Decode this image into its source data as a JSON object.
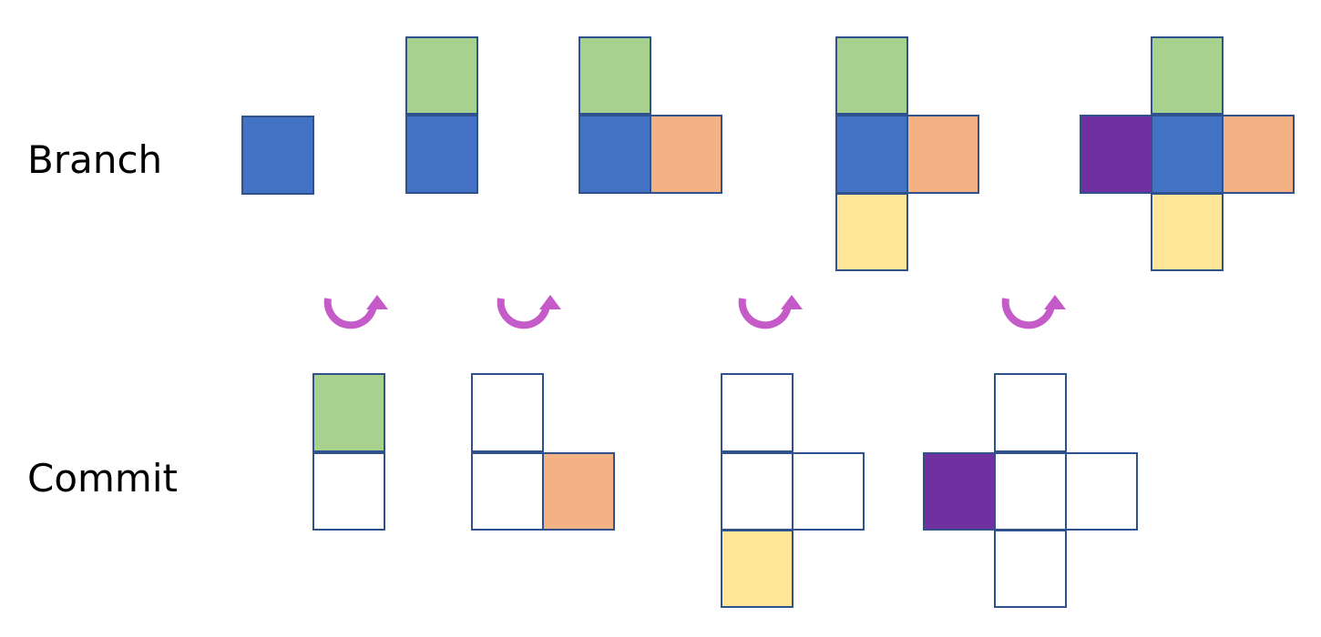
{
  "labels": {
    "branch": "Branch",
    "commit": "Commit"
  },
  "colors": {
    "blue": "#4472c4",
    "green": "#a9d18e",
    "orange": "#f4b183",
    "yellow": "#ffe699",
    "purple": "#7030a0",
    "empty": "#ffffff",
    "border": "#2f528f",
    "arrow": "#c55bc9"
  },
  "branch_states": [
    {
      "center": "blue"
    },
    {
      "center": "blue",
      "up": "green"
    },
    {
      "center": "blue",
      "up": "green",
      "right": "orange"
    },
    {
      "center": "blue",
      "up": "green",
      "right": "orange",
      "down": "yellow"
    },
    {
      "center": "blue",
      "up": "green",
      "right": "orange",
      "down": "yellow",
      "left": "purple"
    }
  ],
  "commit_states": [
    {
      "center": "empty",
      "up": "green"
    },
    {
      "center": "empty",
      "up": "empty",
      "right": "orange"
    },
    {
      "center": "empty",
      "up": "empty",
      "right": "empty",
      "down": "yellow"
    },
    {
      "center": "empty",
      "up": "empty",
      "right": "empty",
      "down": "empty",
      "left": "purple"
    }
  ],
  "arrows": [
    {
      "icon": "clockwise-curved-arrow-icon"
    },
    {
      "icon": "clockwise-curved-arrow-icon"
    },
    {
      "icon": "clockwise-curved-arrow-icon"
    },
    {
      "icon": "clockwise-curved-arrow-icon"
    }
  ]
}
